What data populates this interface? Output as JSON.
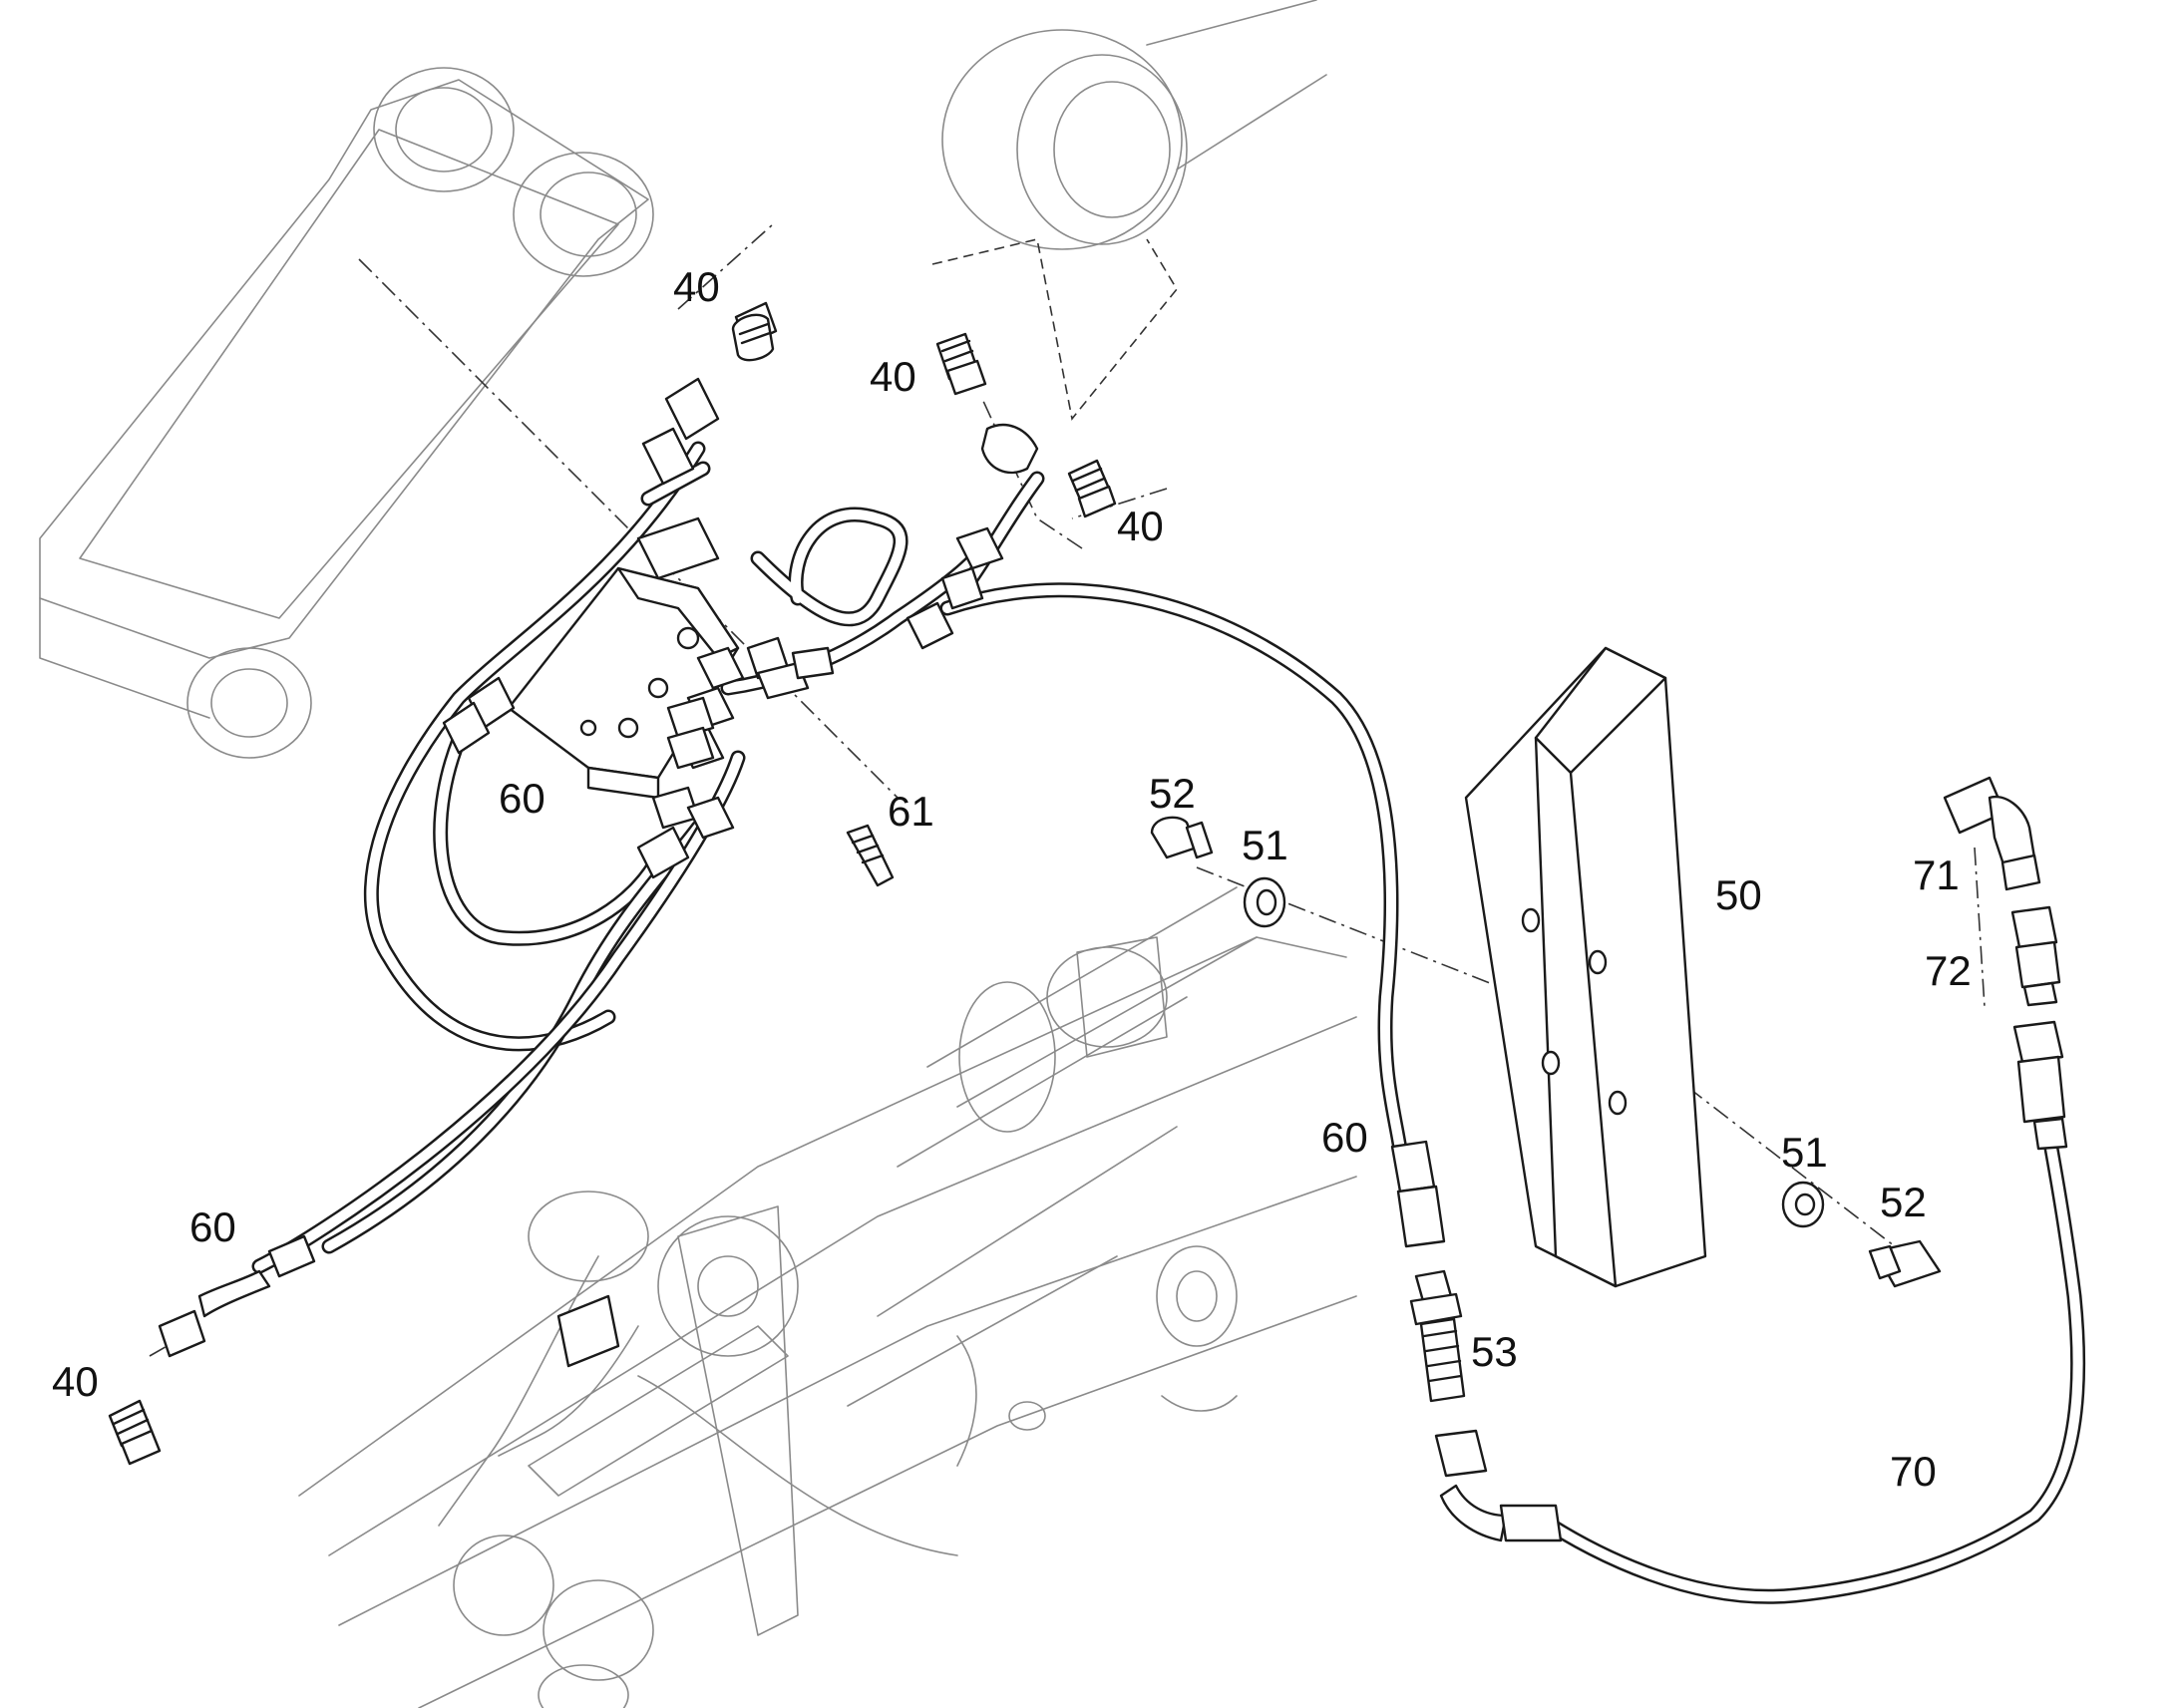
{
  "callouts": [
    {
      "id": "40",
      "text": "40"
    },
    {
      "id": "40",
      "text": "40"
    },
    {
      "id": "40",
      "text": "40"
    },
    {
      "id": "40",
      "text": "40"
    },
    {
      "id": "60",
      "text": "60"
    },
    {
      "id": "60",
      "text": "60"
    },
    {
      "id": "60",
      "text": "60"
    },
    {
      "id": "61",
      "text": "61"
    },
    {
      "id": "52",
      "text": "52"
    },
    {
      "id": "51",
      "text": "51"
    },
    {
      "id": "50",
      "text": "50"
    },
    {
      "id": "51",
      "text": "51"
    },
    {
      "id": "52",
      "text": "52"
    },
    {
      "id": "53",
      "text": "53"
    },
    {
      "id": "70",
      "text": "70"
    },
    {
      "id": "71",
      "text": "71"
    },
    {
      "id": "72",
      "text": "72"
    }
  ]
}
